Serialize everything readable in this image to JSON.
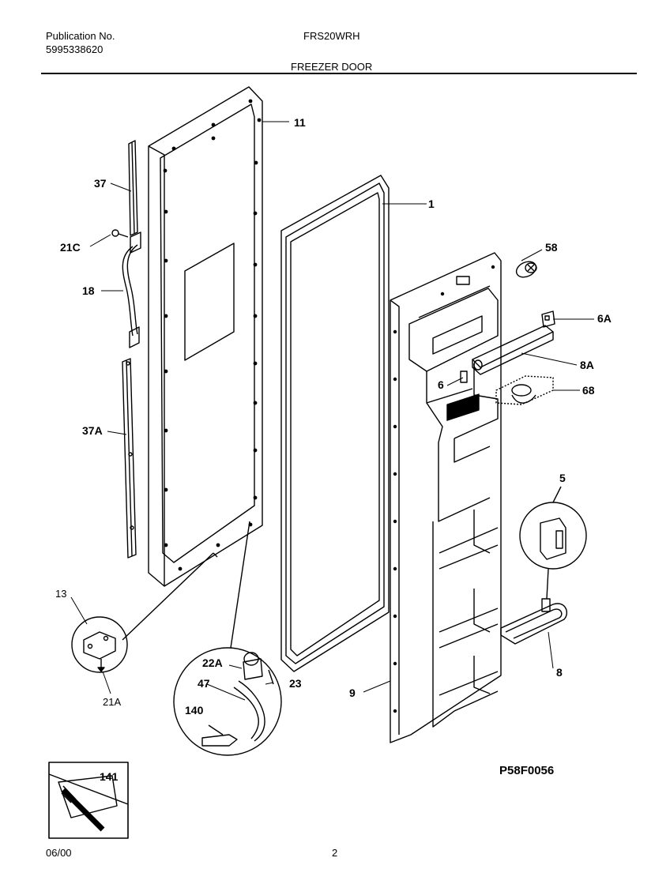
{
  "header": {
    "publication_label": "Publication No.",
    "publication_number": "5995338620",
    "model": "FRS20WRH",
    "section_title": "FREEZER DOOR"
  },
  "footer": {
    "date": "06/00",
    "page_number": "2"
  },
  "diagram": {
    "drawing_code": "P58F0056",
    "callouts": {
      "c11": "11",
      "c1": "1",
      "c37": "37",
      "c21C": "21C",
      "c18": "18",
      "c37A": "37A",
      "c58": "58",
      "c6A": "6A",
      "c8A": "8A",
      "c6": "6",
      "c68": "68",
      "c5": "5",
      "c8": "8",
      "c9": "9",
      "c13": "13",
      "c21A": "21A",
      "c22A": "22A",
      "c47": "47",
      "c23": "23",
      "c140": "140",
      "c141": "141"
    }
  }
}
